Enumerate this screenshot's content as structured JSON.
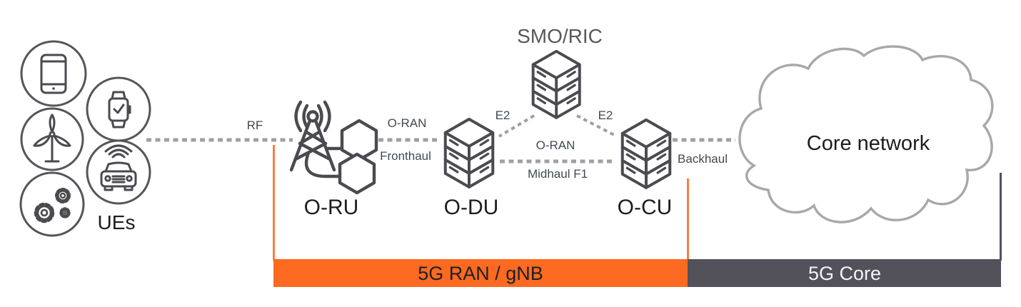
{
  "colors": {
    "accent_orange": "#FB6A20",
    "band_dark_gray": "#535159",
    "dash_gray": "#9EA0A4",
    "icon_gray": "#4A4A50",
    "cloud_gray": "#A7A7AC"
  },
  "ues": {
    "label": "UEs"
  },
  "nodes": {
    "oru": "O-RU",
    "odu": "O-DU",
    "ocu": "O-CU",
    "smo_ric": "SMO/RIC",
    "core_network": "Core network"
  },
  "links": {
    "rf": "RF",
    "fronthaul_line1": "O-RAN",
    "fronthaul_line2": "Fronthaul",
    "e2_left": "E2",
    "e2_right": "E2",
    "midhaul_line1": "O-RAN",
    "midhaul_line2": "Midhaul F1",
    "backhaul": "Backhaul"
  },
  "bands": {
    "ran": "5G RAN / gNB",
    "core": "5G Core"
  }
}
